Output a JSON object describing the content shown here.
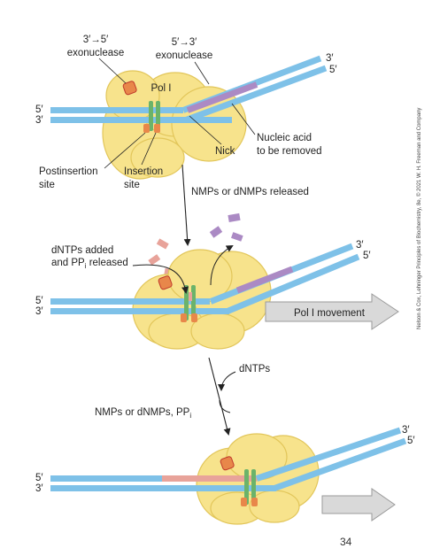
{
  "colors": {
    "dna": "#7ec1e8",
    "enzyme": "#f7e38c",
    "enzyme_outline": "#e2c65a",
    "removed_strand": "#ab8ac4",
    "new_strand": "#e8a39a",
    "site_orange": "#e8874a",
    "site_green": "#6bb36a",
    "arrow_fill": "#d9d9d9"
  },
  "panel1": {
    "exo35": [
      "3′→5′",
      "exonuclease"
    ],
    "exo53": [
      "5′→3′",
      "exonuclease"
    ],
    "pol": "Pol I",
    "end_5_left": "5′",
    "end_3_left": "3′",
    "end_3_right": "3′",
    "end_5_right": "5′",
    "nick": "Nick",
    "nucleic": [
      "Nucleic acid",
      "to be removed"
    ],
    "postinsertion": [
      "Postinsertion",
      "site"
    ],
    "insertion": [
      "Insertion",
      "site"
    ],
    "released": "NMPs or dNMPs released"
  },
  "panel2": {
    "dntps_added": [
      "dNTPs added",
      "and PP",
      "i",
      " released"
    ],
    "end_5_left": "5′",
    "end_3_left": "3′",
    "end_3_right": "3′",
    "end_5_right": "5′",
    "movement": "Pol I movement"
  },
  "panel3": {
    "dntps": "dNTPs",
    "nmps": [
      "NMPs or dNMPs, PP",
      "i"
    ],
    "end_5_left": "5′",
    "end_3_left": "3′",
    "end_3_right": "3′",
    "end_5_right": "5′"
  },
  "credit": "Nelson & Cox, Lehninger Principles of Biochemistry, 8e, © 2021 W. H. Freeman and Company",
  "page_number": "34"
}
